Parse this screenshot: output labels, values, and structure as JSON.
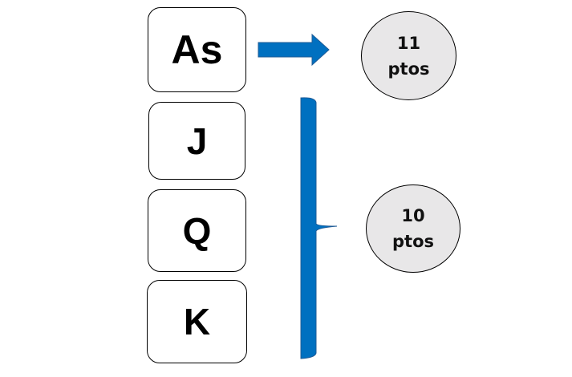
{
  "cards": {
    "ace": "As",
    "jack": "J",
    "queen": "Q",
    "king": "K"
  },
  "points": {
    "ace": {
      "value": "11",
      "unit": "ptos"
    },
    "faces": {
      "value": "10",
      "unit": "ptos"
    }
  },
  "colors": {
    "connector": "#0070c0",
    "circle_fill": "#e8e7e8",
    "card_border": "#000000"
  }
}
